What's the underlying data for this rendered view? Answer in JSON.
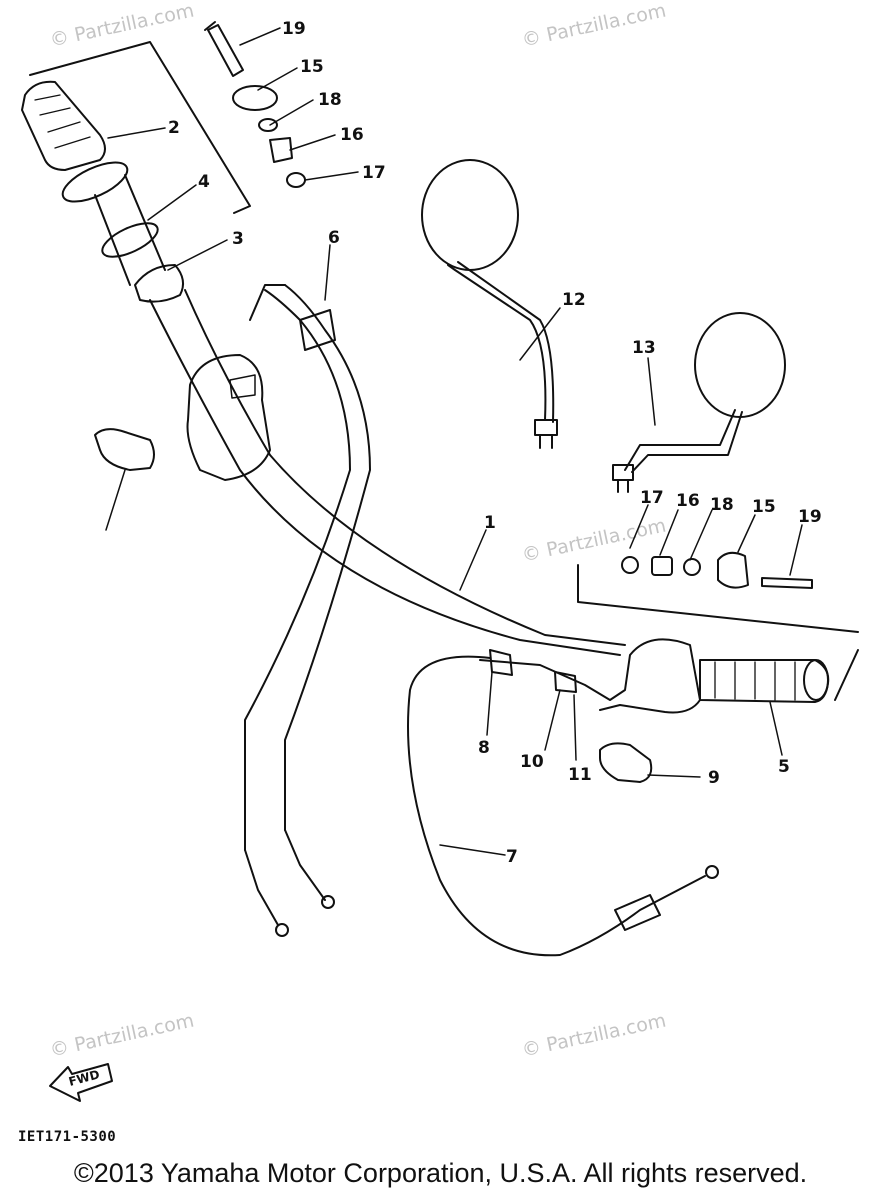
{
  "watermark": "© Partzilla.com",
  "figure_code": "IET171-5300",
  "fwd_label": "FWD",
  "copyright": "©2013  Yamaha Motor Corporation, U.S.A. All rights reserved.",
  "callouts": [
    "19",
    "15",
    "18",
    "16",
    "17",
    "2",
    "4",
    "3",
    "6",
    "12",
    "13",
    "1",
    "17",
    "16",
    "18",
    "15",
    "19",
    "8",
    "10",
    "11",
    "7",
    "9",
    "5"
  ]
}
